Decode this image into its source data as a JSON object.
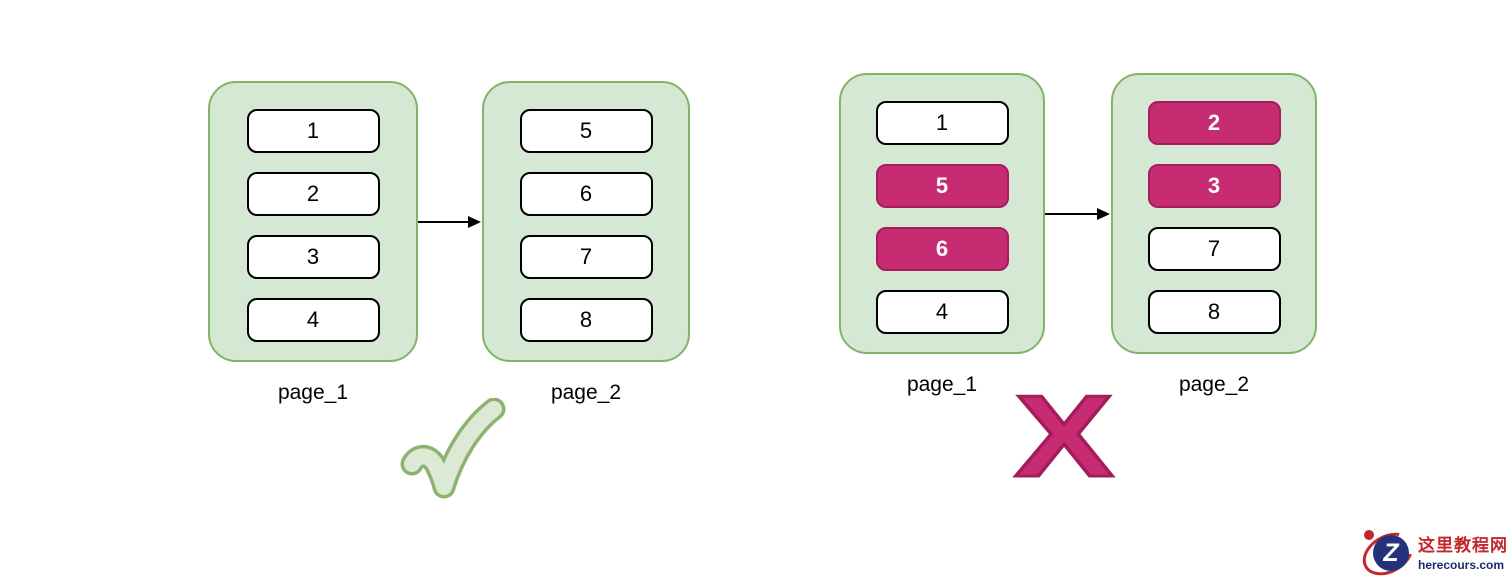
{
  "correct_section": {
    "page1": {
      "label": "page_1",
      "items": [
        {
          "value": "1",
          "highlighted": false
        },
        {
          "value": "2",
          "highlighted": false
        },
        {
          "value": "3",
          "highlighted": false
        },
        {
          "value": "4",
          "highlighted": false
        }
      ]
    },
    "page2": {
      "label": "page_2",
      "items": [
        {
          "value": "5",
          "highlighted": false
        },
        {
          "value": "6",
          "highlighted": false
        },
        {
          "value": "7",
          "highlighted": false
        },
        {
          "value": "8",
          "highlighted": false
        }
      ]
    },
    "verdict": "check"
  },
  "incorrect_section": {
    "page1": {
      "label": "page_1",
      "items": [
        {
          "value": "1",
          "highlighted": false
        },
        {
          "value": "5",
          "highlighted": true
        },
        {
          "value": "6",
          "highlighted": true
        },
        {
          "value": "4",
          "highlighted": false
        }
      ]
    },
    "page2": {
      "label": "page_2",
      "items": [
        {
          "value": "2",
          "highlighted": true
        },
        {
          "value": "3",
          "highlighted": true
        },
        {
          "value": "7",
          "highlighted": false
        },
        {
          "value": "8",
          "highlighted": false
        }
      ]
    },
    "verdict": "cross",
    "cross_label": "X"
  },
  "colors": {
    "page_fill": "#D5E8D4",
    "page_stroke": "#82B366",
    "highlight_fill": "#C72B72",
    "highlight_stroke": "#A31D5D",
    "check_fill": "#DCE9D4",
    "check_stroke": "#8CB470",
    "watermark_red": "#C1272D",
    "watermark_navy": "#25317A"
  },
  "watermark": {
    "logo_letter": "Z",
    "site_name": "这里教程网",
    "site_domain": "herecours.com"
  }
}
